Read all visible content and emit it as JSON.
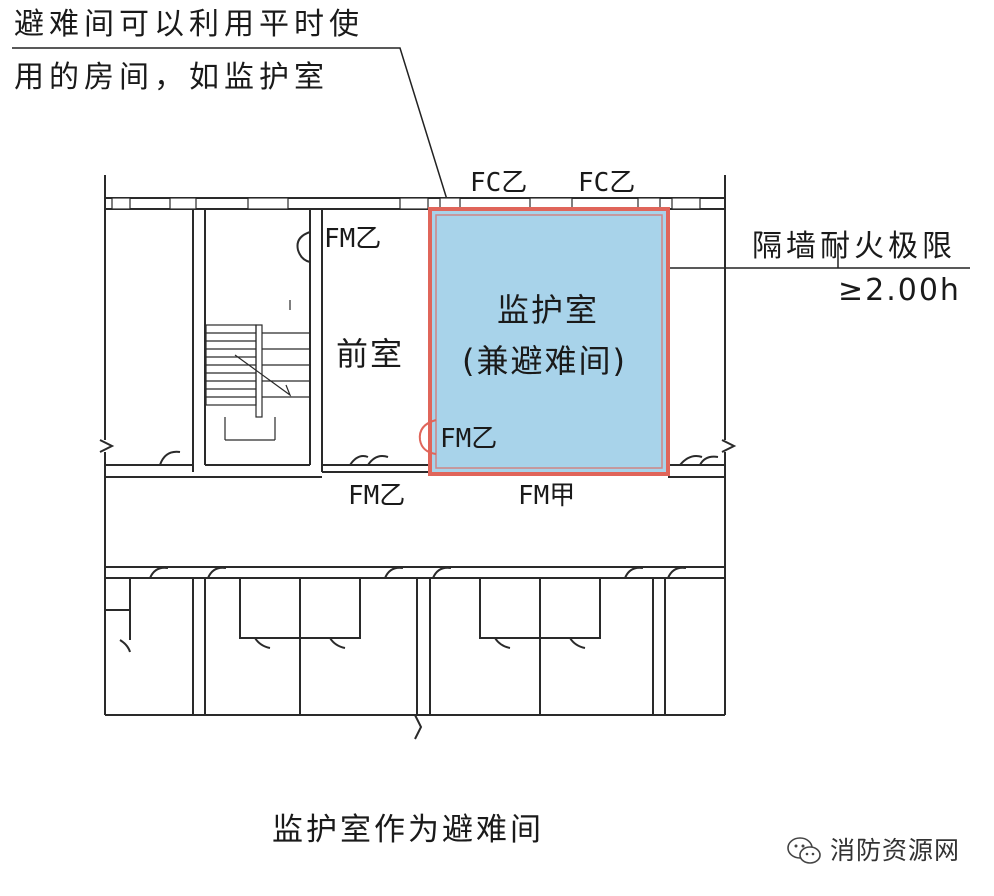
{
  "annotation_top": {
    "line1": "避难间可以利用平时使",
    "line2": "用的房间，如监护室"
  },
  "annotation_right": {
    "line1": "隔墙耐火极限",
    "line2": "≥2.00h"
  },
  "rooms": {
    "monitor_room": "监护室",
    "monitor_room_sub": "(兼避难间)",
    "anteroom": "前室"
  },
  "doors": {
    "fc_left": "FC乙",
    "fc_right": "FC乙",
    "fm_top": "FM乙",
    "fm_room": "FM乙",
    "fm_bottom": "FM乙",
    "fm_main": "FM甲"
  },
  "caption": "监护室作为避难间",
  "watermark": "消防资源网",
  "colors": {
    "refuge_fill": "#a8d3ea",
    "refuge_wall": "#e0655a",
    "wall": "#2a2a2a"
  }
}
